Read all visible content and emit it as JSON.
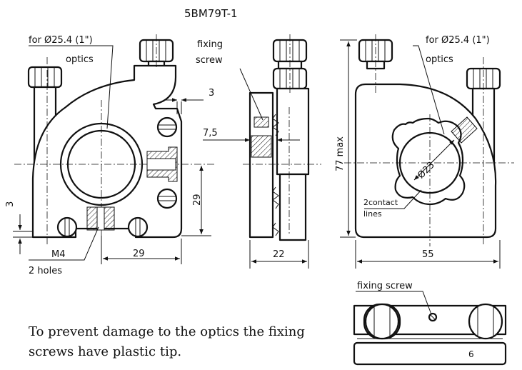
{
  "title": "5BM79T-1",
  "front_view": {
    "optics_label_line1": "for Ø25.4 (1\")",
    "optics_label_line2": "optics",
    "dim_3_right": "3",
    "dim_3_left": "3",
    "dim_29_vertical": "29",
    "dim_29_horizontal": "29",
    "m4_label": "M4",
    "holes_label": "2 holes"
  },
  "side_view": {
    "fixing_label_line1": "fixing",
    "fixing_label_line2": "screw",
    "dim_7_5": "7,5",
    "dim_22": "22"
  },
  "rear_view": {
    "optics_label_line1": "for Ø25.4 (1\")",
    "optics_label_line2": "optics",
    "dim_77_max": "77 max",
    "dim_diameter_23": "Ø23",
    "contact_label_line1": "2contact",
    "contact_label_line2": "lines",
    "dim_55": "55"
  },
  "bottom_view": {
    "fixing_screw_label": "fixing screw",
    "base_number": "6"
  },
  "note": {
    "line1": "To prevent damage to the optics the fixing",
    "line2": "screws have plastic tip."
  }
}
